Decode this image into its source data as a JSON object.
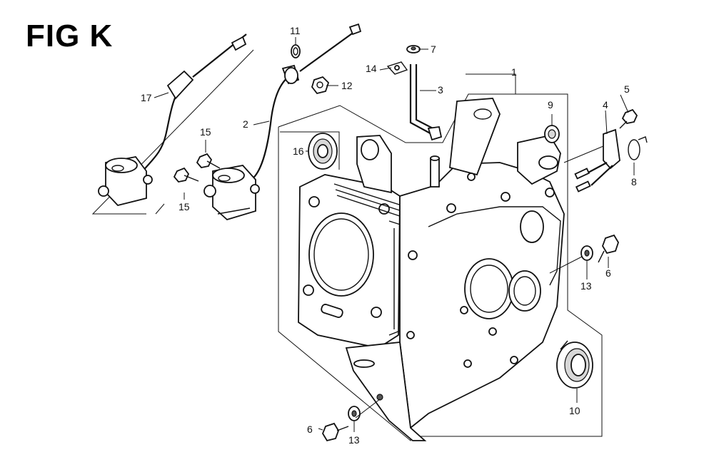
{
  "figure": {
    "title": "FIG K"
  },
  "callouts": [
    {
      "id": "c1",
      "label": "1"
    },
    {
      "id": "c2",
      "label": "2"
    },
    {
      "id": "c3",
      "label": "3"
    },
    {
      "id": "c4",
      "label": "4"
    },
    {
      "id": "c5",
      "label": "5"
    },
    {
      "id": "c6a",
      "label": "6"
    },
    {
      "id": "c6b",
      "label": "6"
    },
    {
      "id": "c7",
      "label": "7"
    },
    {
      "id": "c8",
      "label": "8"
    },
    {
      "id": "c9",
      "label": "9"
    },
    {
      "id": "c10",
      "label": "10"
    },
    {
      "id": "c11",
      "label": "11"
    },
    {
      "id": "c12",
      "label": "12"
    },
    {
      "id": "c13a",
      "label": "13"
    },
    {
      "id": "c13b",
      "label": "13"
    },
    {
      "id": "c14",
      "label": "14"
    },
    {
      "id": "c15a",
      "label": "15"
    },
    {
      "id": "c15b",
      "label": "15"
    },
    {
      "id": "c16",
      "label": "16"
    },
    {
      "id": "c17",
      "label": "17"
    }
  ]
}
